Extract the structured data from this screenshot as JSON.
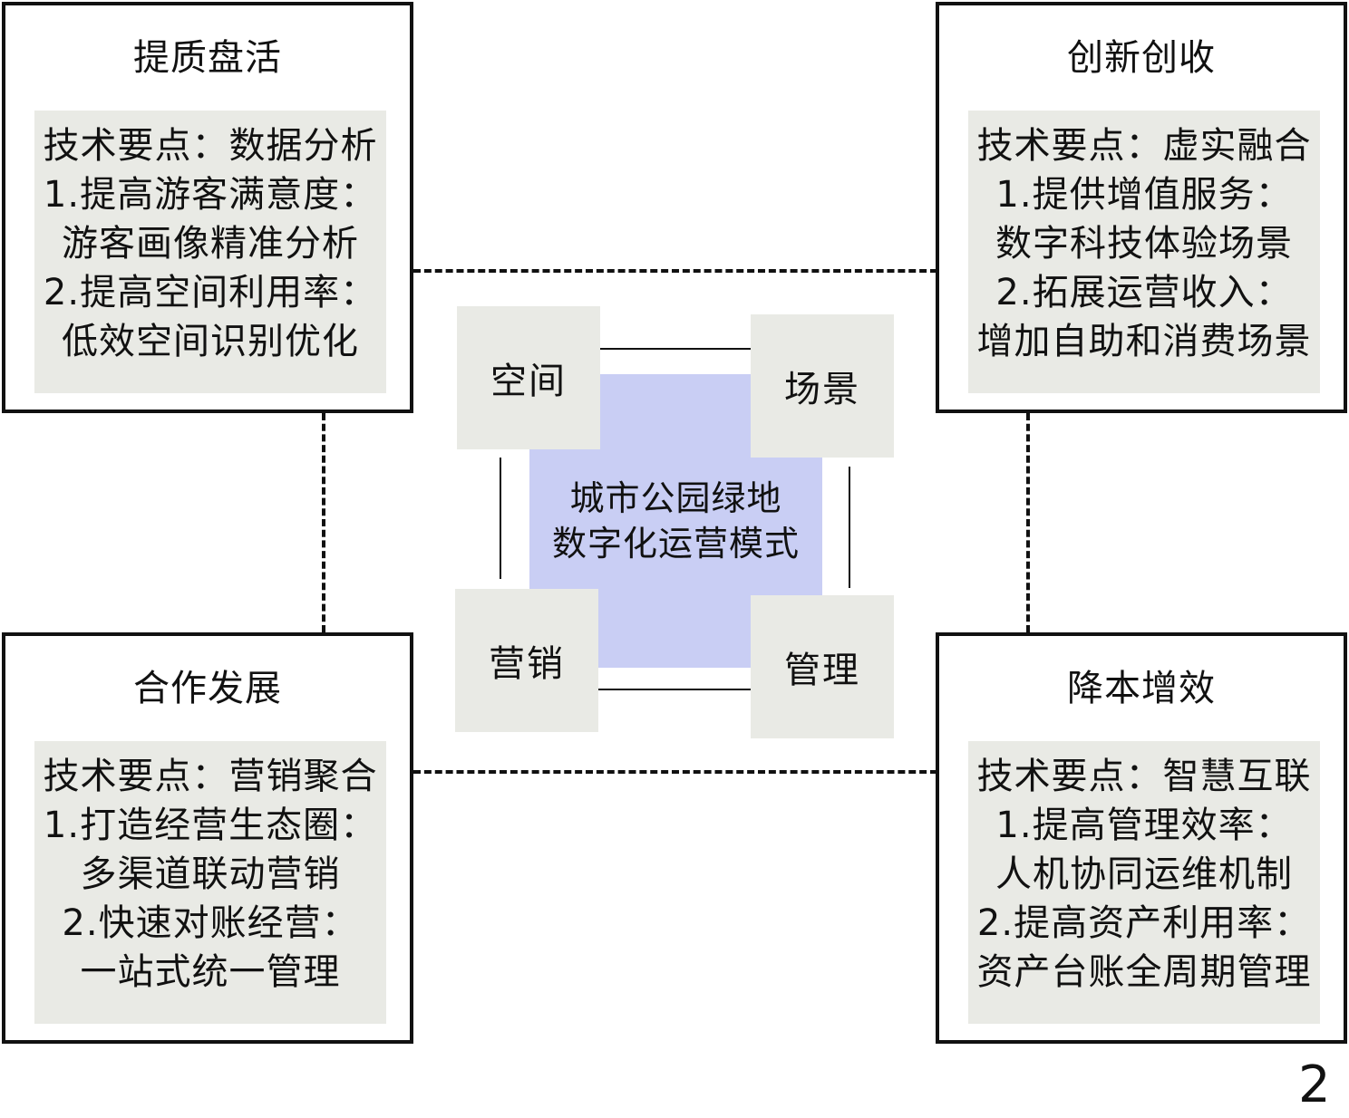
{
  "panels": {
    "top_left": {
      "title": "提质盘活",
      "lines": [
        "技术要点：数据分析",
        "1.提高游客满意度：",
        "游客画像精准分析",
        "2.提高空间利用率：",
        "低效空间识别优化"
      ]
    },
    "top_right": {
      "title": "创新创收",
      "lines": [
        "技术要点：虚实融合",
        "1.提供增值服务：",
        "数字科技体验场景",
        "2.拓展运营收入：",
        "增加自助和消费场景"
      ]
    },
    "bottom_left": {
      "title": "合作发展",
      "lines": [
        "技术要点：营销聚合",
        "1.打造经营生态圈：",
        "多渠道联动营销",
        "2.快速对账经营：",
        "一站式统一管理"
      ]
    },
    "bottom_right": {
      "title": "降本增效",
      "lines": [
        "技术要点：智慧互联",
        "1.提高管理效率：",
        "人机协同运维机制",
        "2.提高资产利用率：",
        "资产台账全周期管理"
      ]
    }
  },
  "center": {
    "lines": [
      "城市公园绿地",
      "数字化运营模式"
    ],
    "tiles": {
      "space": "空间",
      "scene": "场景",
      "marketing": "营销",
      "management": "管理"
    }
  },
  "figure_number": "2",
  "colors": {
    "core_fill": "#c9cef4",
    "panel_fill": "#e9eae5",
    "stroke": "#111111"
  }
}
